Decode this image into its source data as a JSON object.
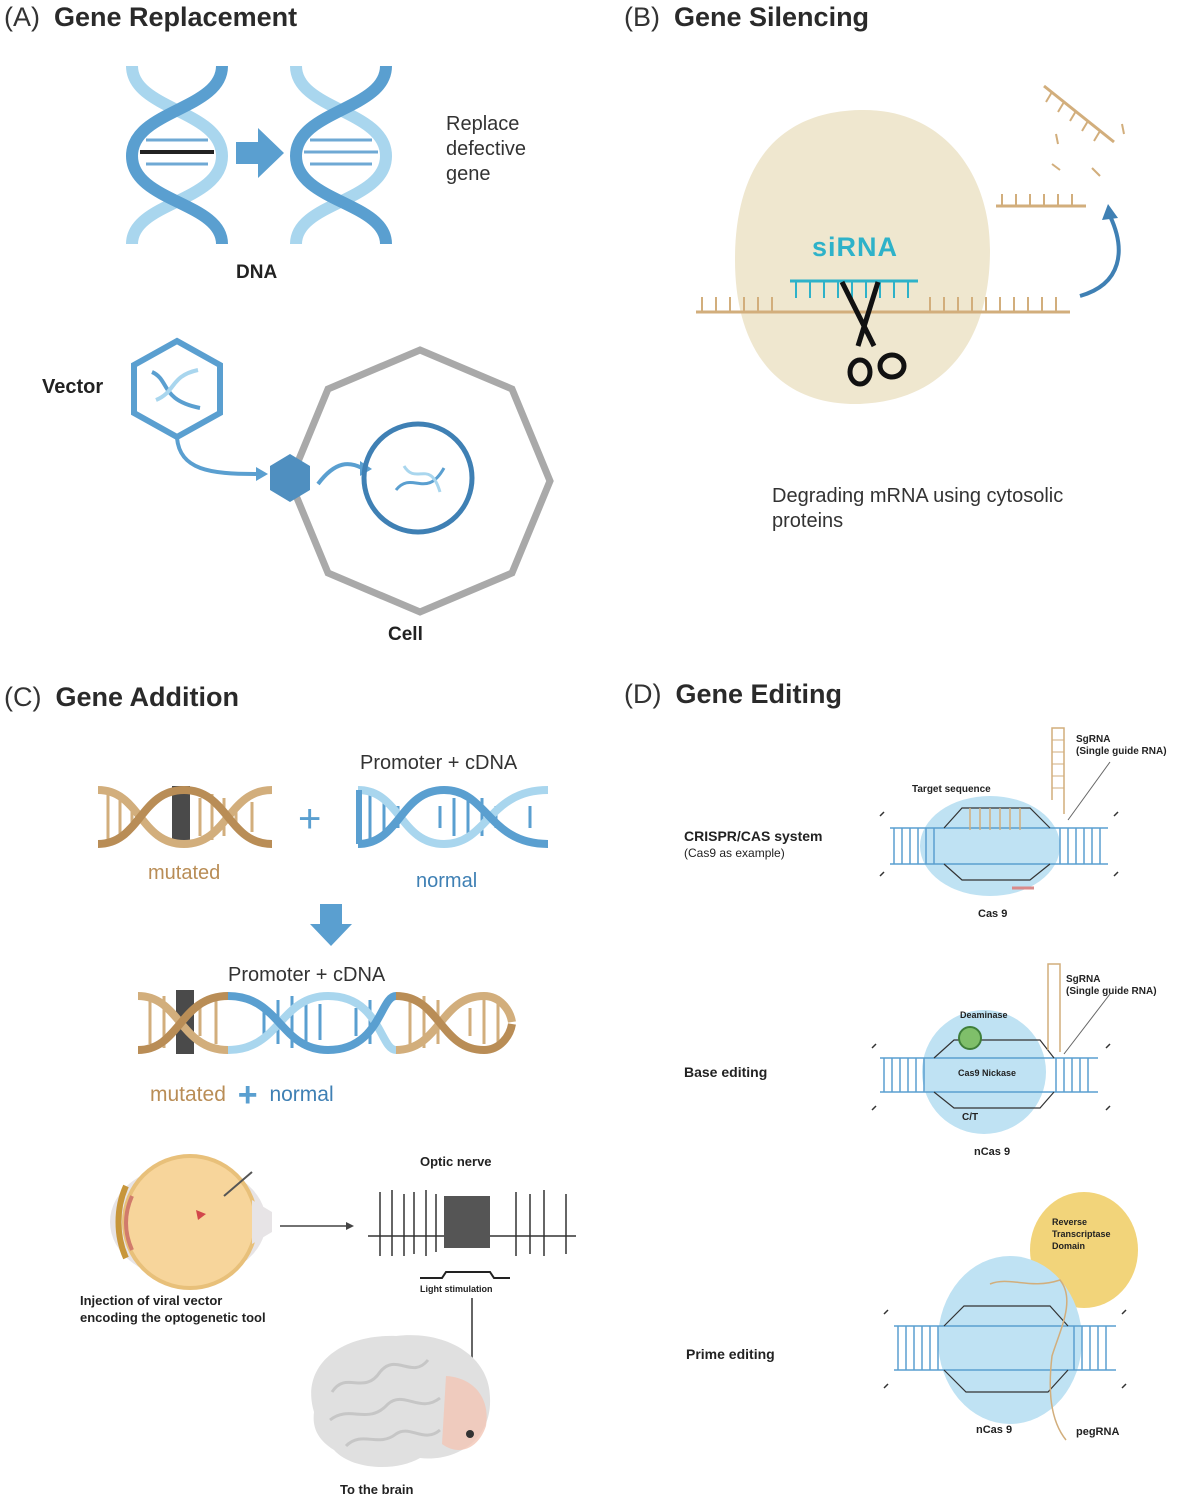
{
  "colors": {
    "blue": "#5a9fd0",
    "lightblue": "#a9d6ee",
    "darkblue": "#3f80b4",
    "tan": "#d2ae7c",
    "darktan": "#b98d56",
    "cytoplasm": "#efe7cf",
    "grey": "#a9a9a9",
    "sirna": "#2eb2c9",
    "cas": "#bfe2f3",
    "rt": "#f2d47a"
  },
  "panel_a": {
    "label": "(A)",
    "title": "Gene Replacement",
    "replace_lines": [
      "Replace",
      "defective",
      "gene"
    ],
    "dna_label": "DNA",
    "vector_label": "Vector",
    "cell_label": "Cell"
  },
  "panel_b": {
    "label": "(B)",
    "title": "Gene Silencing",
    "sirna_label": "siRNA",
    "caption_lines": [
      "Degrading mRNA using cytosolic",
      "proteins"
    ]
  },
  "panel_c": {
    "label": "(C)",
    "title": "Gene Addition",
    "promoter_top": "Promoter + cDNA",
    "mutated_label": "mutated",
    "normal_label": "normal",
    "promoter_mid": "Promoter + cDNA",
    "combo_mutated": "mutated",
    "combo_plus": "+",
    "combo_normal": "normal",
    "plus_sign": "+",
    "optic_nerve": "Optic nerve",
    "light_stim": "Light stimulation",
    "injection_lines": [
      "Injection of viral vector",
      "encoding the optogenetic tool"
    ],
    "brain_label": "To the brain"
  },
  "panel_d": {
    "label": "(D)",
    "title": "Gene Editing",
    "crispr_lines": [
      "CRISPR/CAS system",
      "(Cas9 as example)"
    ],
    "target_label": "Target sequence",
    "sgrna_1_lines": [
      "SgRNA",
      "(Single guide RNA)"
    ],
    "cas9_label": "Cas 9",
    "base_editing": "Base editing",
    "deaminase": "Deaminase",
    "sgrna_2_lines": [
      "SgRNA",
      "(Single guide RNA)"
    ],
    "cas9_nickase": "Cas9 Nickase",
    "ct_label": "C/T",
    "ncas9_1": "nCas 9",
    "prime_editing": "Prime editing",
    "rt_lines": [
      "Reverse",
      "Transcriptase",
      "Domain"
    ],
    "ncas9_2": "nCas 9",
    "pegrna": "pegRNA"
  }
}
